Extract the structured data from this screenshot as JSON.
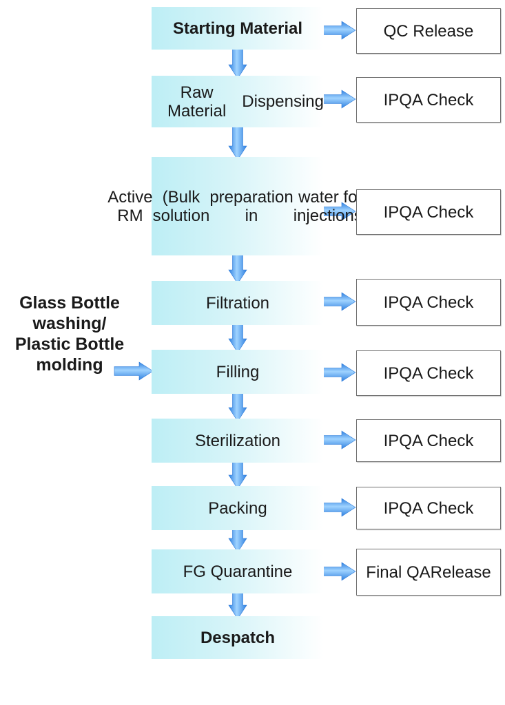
{
  "colors": {
    "step_fill": "#bdeef5",
    "arrow_light": "#9fd3ff",
    "arrow_dark": "#2f80e0",
    "check_border": "#6e6e6e"
  },
  "steps": [
    {
      "label": "Starting Material",
      "bold": true,
      "check": "QC Release"
    },
    {
      "label": "Raw Material\nDispensing",
      "bold": false,
      "check": "IPQA Check"
    },
    {
      "label": "Active RM\n(Bulk solution\npreparation in\nwater for injections)",
      "bold": false,
      "check": "IPQA Check"
    },
    {
      "label": "Filtration",
      "bold": false,
      "check": "IPQA Check"
    },
    {
      "label": "Filling",
      "bold": false,
      "check": "IPQA Check"
    },
    {
      "label": "Sterilization",
      "bold": false,
      "check": "IPQA Check"
    },
    {
      "label": "Packing",
      "bold": false,
      "check": "IPQA Check"
    },
    {
      "label": "FG Quarantine",
      "bold": false,
      "check": "Final QA\nRelease"
    },
    {
      "label": "Despatch",
      "bold": true,
      "check": ""
    }
  ],
  "side_input": {
    "label": "Glass Bottle\nwashing/\nPlastic Bottle\nmolding",
    "feeds_step": 4
  }
}
